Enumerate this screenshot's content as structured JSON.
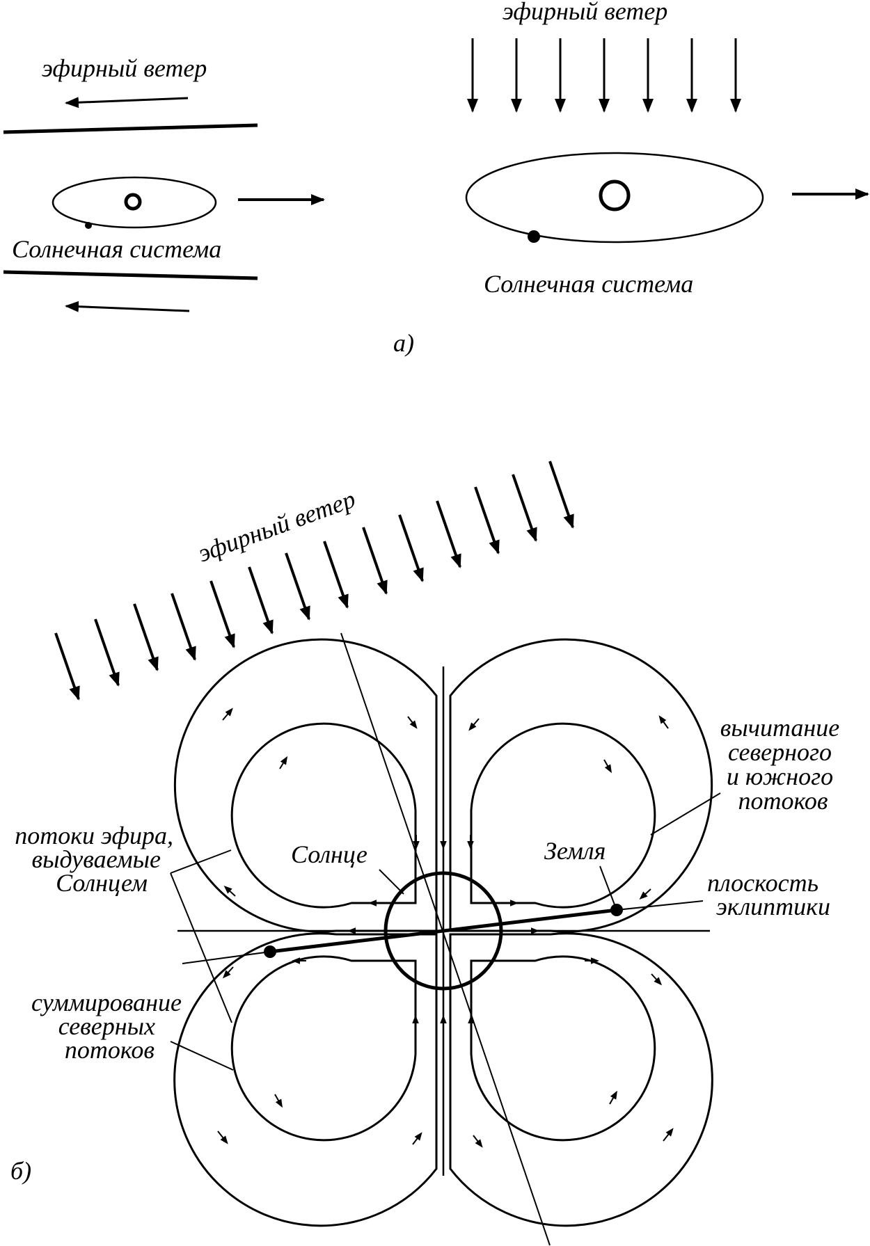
{
  "part_a": {
    "left": {
      "wind_label": "эфирный ветер",
      "system_label": "Солнечная система"
    },
    "right": {
      "wind_label": "эфирный ветер",
      "system_label": "Солнечная система"
    },
    "caption": "а)"
  },
  "part_b": {
    "wind_label": "эфирный ветер",
    "sun_label": "Солнце",
    "earth_label": "Земля",
    "ecliptic_label": [
      "плоскость",
      "эклиптики"
    ],
    "subtraction_label": [
      "вычитание",
      "северного",
      "и южного",
      "потоков"
    ],
    "ether_flows_label": [
      "потоки эфира,",
      "выдуваемые",
      "Солнцем"
    ],
    "summation_label": [
      "суммирование",
      "северных",
      "потоков"
    ],
    "caption": "б)"
  }
}
